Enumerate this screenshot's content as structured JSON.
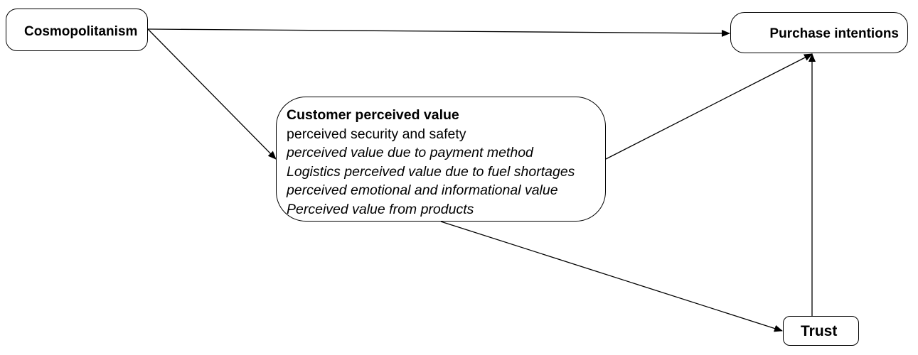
{
  "nodes": {
    "cosmopolitanism": "Cosmopolitanism",
    "purchase_intentions": "Purchase intentions",
    "trust": "Trust",
    "customer_perceived_value": {
      "title": "Customer perceived value",
      "items": [
        {
          "text": "perceived security and safety",
          "italic": false
        },
        {
          "text": "perceived value due to payment method",
          "italic": true
        },
        {
          "text": "Logistics perceived value due to fuel shortages",
          "italic": true
        },
        {
          "text": "perceived emotional and informational value",
          "italic": true
        },
        {
          "text": "Perceived value from products",
          "italic": true
        }
      ]
    }
  },
  "edges": [
    {
      "from": "Cosmopolitanism",
      "to": "Purchase intentions"
    },
    {
      "from": "Cosmopolitanism",
      "to": "Customer perceived value"
    },
    {
      "from": "Customer perceived value",
      "to": "Purchase intentions"
    },
    {
      "from": "Customer perceived value",
      "to": "Trust"
    },
    {
      "from": "Trust",
      "to": "Purchase intentions"
    }
  ],
  "colors": {
    "stroke": "#000000",
    "background": "#ffffff"
  }
}
